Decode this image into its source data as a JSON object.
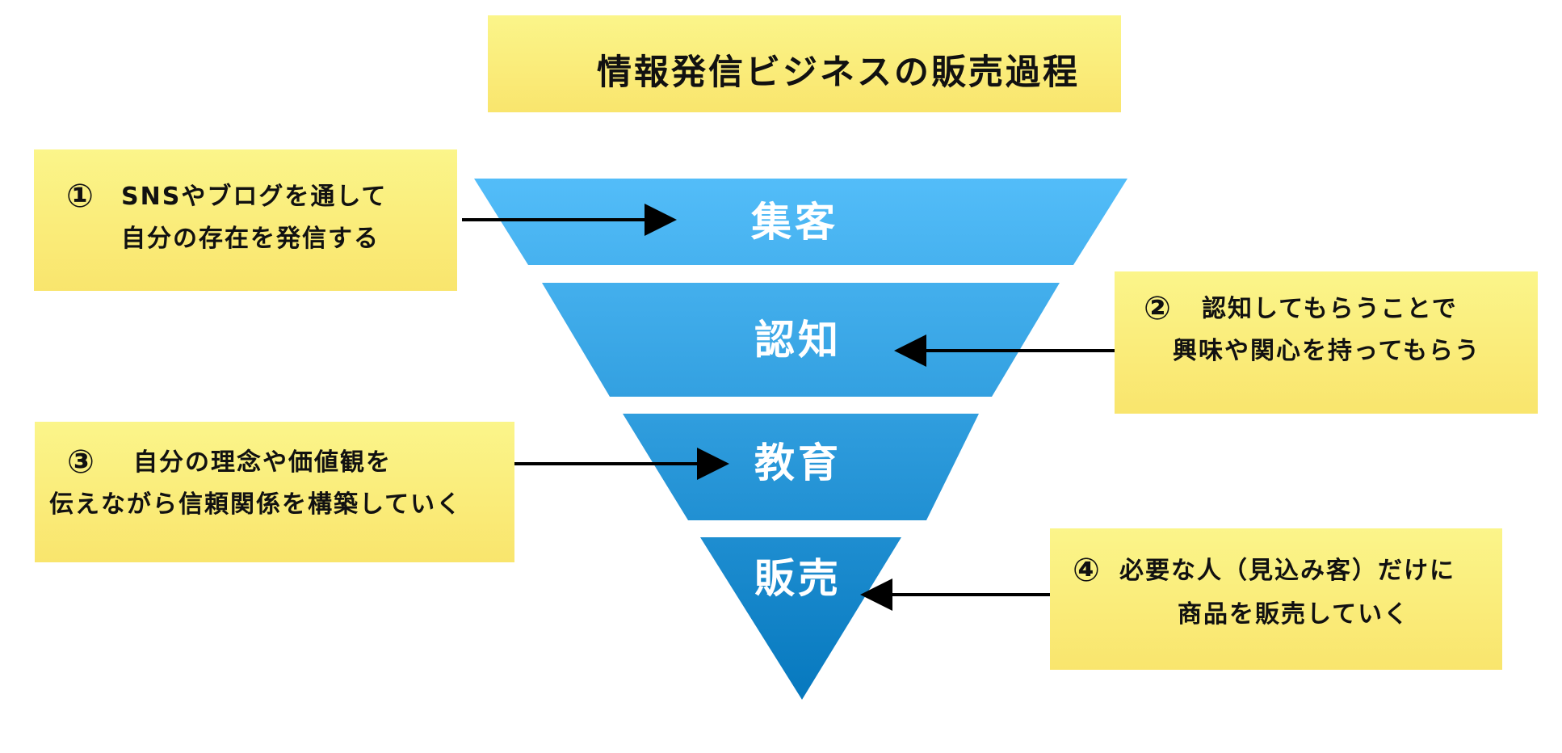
{
  "title": "情報発信ビジネスの販売過程",
  "stages": [
    "集客",
    "認知",
    "教育",
    "販売"
  ],
  "notes": [
    {
      "num": "①",
      "lines": [
        "SNSやブログを通して",
        "自分の存在を発信する"
      ]
    },
    {
      "num": "②",
      "lines": [
        "認知してもらうことで",
        "興味や関心を持ってもらう"
      ]
    },
    {
      "num": "③",
      "lines": [
        "自分の理念や価値観を",
        "伝えながら信頼関係を構築していく"
      ]
    },
    {
      "num": "④",
      "lines": [
        "必要な人（見込み客）だけに",
        "商品を販売していく"
      ]
    }
  ],
  "colors": {
    "note_fill_top": "#fbf58a",
    "note_fill_bottom": "#f9e56d",
    "funnel_top": "#53bdf9",
    "funnel_bottom": "#0678be",
    "arrow": "#000000"
  }
}
